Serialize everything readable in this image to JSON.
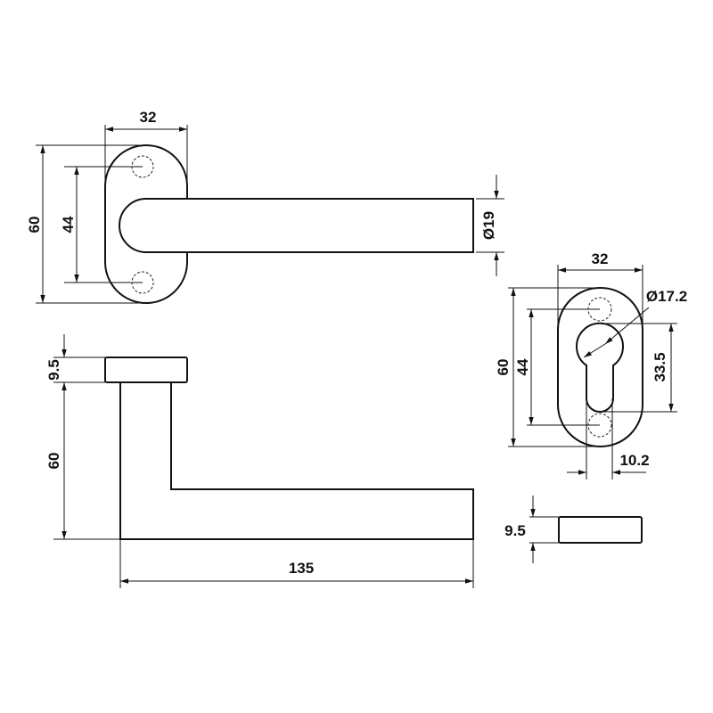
{
  "title": "Lever handle on oval rose with profile cylinder escutcheon",
  "dimensions": {
    "rose_width": "32",
    "rose_height": "60",
    "rose_hole_spacing": "44",
    "lever_diameter": "Ø19",
    "rose_thickness": "9.5",
    "lever_drop": "60",
    "lever_length": "135",
    "escutcheon_width": "32",
    "escutcheon_height": "60",
    "escutcheon_hole_spacing": "44",
    "cylinder_diameter": "Ø17.2",
    "cylinder_length": "33.5",
    "cylinder_slot_width": "10.2",
    "escutcheon_thickness": "9.5"
  }
}
